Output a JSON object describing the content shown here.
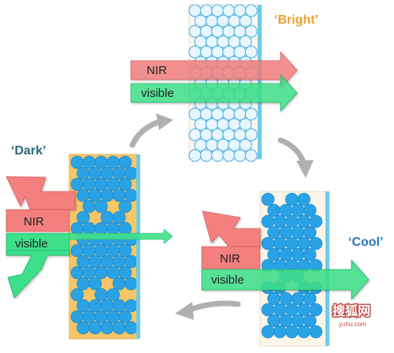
{
  "states": {
    "bright": {
      "label": "‘Bright’",
      "color": "#f0a030"
    },
    "dark": {
      "label": "‘Dark’",
      "color": "#2c6b7d"
    },
    "cool": {
      "label": "‘Cool’",
      "color": "#2c76b8"
    }
  },
  "arrows": {
    "nir_label": "NIR",
    "visible_label": "visible"
  },
  "colors": {
    "nir": "#f47f7f",
    "visible": "#3ee08a",
    "particle": "#2aa3e6",
    "particle_faint": "#e8f6fd",
    "film_bright": "#fbf6ee",
    "film_dark": "#f4c668",
    "film_cool": "#fbf4e8",
    "electrode": "#6ecae8",
    "cycle_arrow": "#b0b0b0"
  },
  "watermark": {
    "main": "搜狐网",
    "sub": "yuhu.com"
  }
}
